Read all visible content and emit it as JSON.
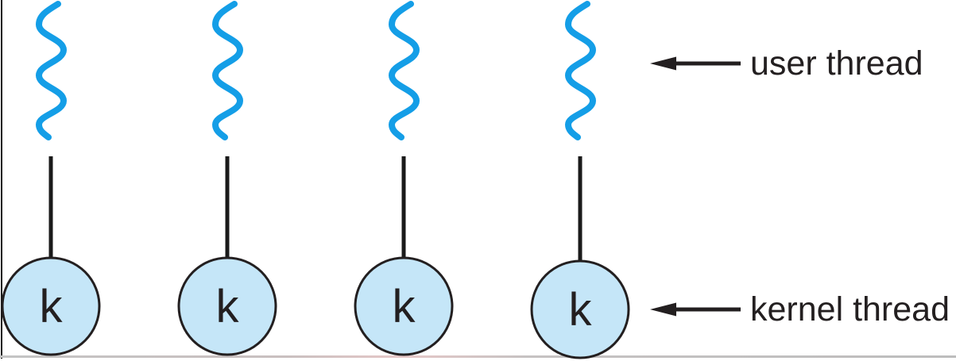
{
  "diagram": {
    "labels": {
      "user_thread": "user thread",
      "kernel_thread": "kernel thread"
    },
    "user_thread_count": 4,
    "kernel_threads": [
      {
        "label": "k"
      },
      {
        "label": "k"
      },
      {
        "label": "k"
      },
      {
        "label": "k"
      }
    ],
    "colors": {
      "user_thread_wave": "#149EE7",
      "kernel_circle_fill": "#C5E6F8",
      "line": "#231F20"
    }
  }
}
